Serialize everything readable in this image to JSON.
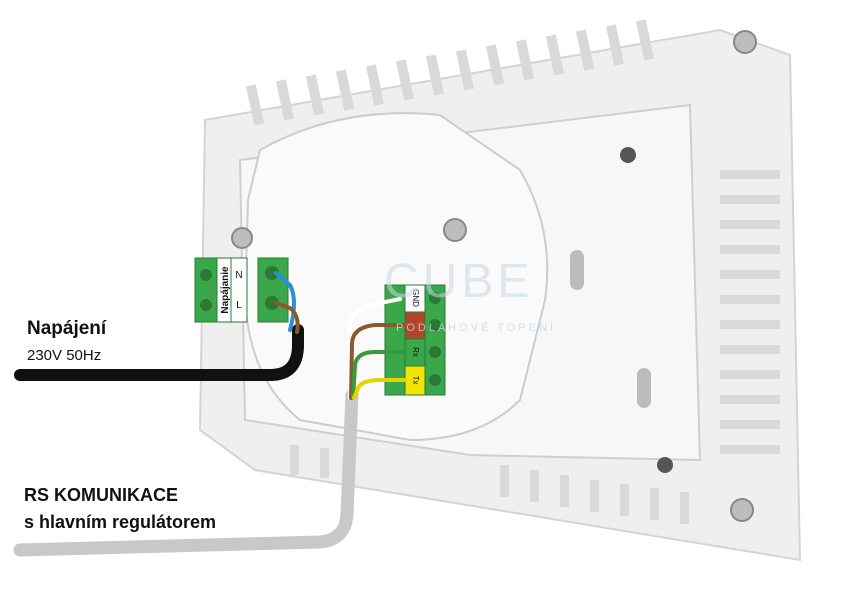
{
  "labels": {
    "power_title": "Napájení",
    "power_spec": "230V 50Hz",
    "rs_line1": "RS KOMUNIKACE",
    "rs_line2": "s hlavním regulátorem"
  },
  "power_terminal": {
    "title": "Napájanie",
    "pins": [
      "N",
      "L"
    ]
  },
  "comm_terminal": {
    "pins": [
      "GND",
      "",
      "Rx",
      "Tx"
    ]
  },
  "watermark": {
    "brand": "CUBE",
    "tagline": "PODLAHOVÉ TOPENÍ"
  },
  "colors": {
    "device_body": "#f4f4f4",
    "terminal_green": "#3aa84a",
    "wire_blue": "#2b8fd6",
    "wire_brown": "#8a5a2b",
    "wire_green": "#3a9a3a",
    "wire_yellow": "#e6d200",
    "cable_black": "#111111",
    "cable_grey": "#c8c8c8",
    "pin_red": "#b5452a",
    "pin_yellow": "#f2e300"
  }
}
